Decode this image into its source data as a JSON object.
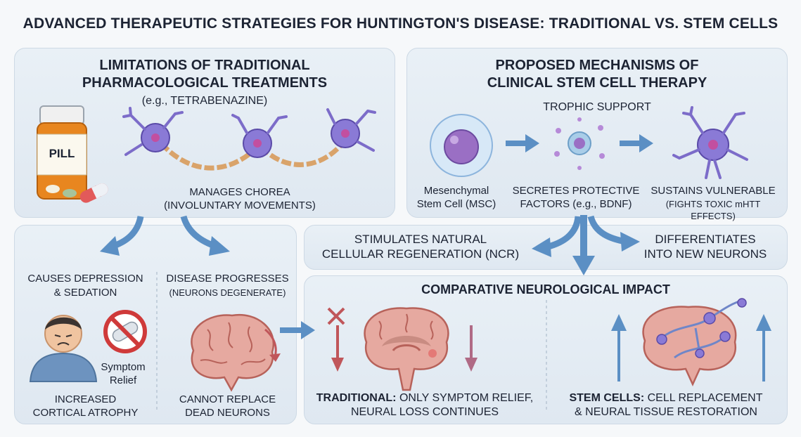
{
  "title": "ADVANCED THERAPEUTIC STRATEGIES FOR HUNTINGTON'S DISEASE: TRADITIONAL VS. STEM CELLS",
  "left_top": {
    "title_line1": "LIMITATIONS OF TRADITIONAL",
    "title_line2": "PHARMACOLOGICAL TREATMENTS",
    "subtitle": "(e.g., TETRABENAZINE)",
    "pill_label": "PILL",
    "manages_line1": "MANAGES CHOREA",
    "manages_line2": "(INVOLUNTARY MOVEMENTS)"
  },
  "left_bottom": {
    "depression_line1": "CAUSES DEPRESSION",
    "depression_line2": "& SEDATION",
    "progresses_line1": "DISEASE PROGRESSES",
    "progresses_line2": "(NEURONS DEGENERATE)",
    "symptom_line1": "Symptom",
    "symptom_line2": "Relief",
    "atrophy_line1": "INCREASED",
    "atrophy_line2": "CORTICAL ATROPHY",
    "replace_line1": "CANNOT REPLACE",
    "replace_line2": "DEAD NEURONS"
  },
  "right_top": {
    "title_line1": "PROPOSED MECHANISMS OF",
    "title_line2": "CLINICAL STEM CELL THERAPY",
    "trophic": "TROPHIC SUPPORT",
    "msc_line1": "Mesenchymal",
    "msc_line2": "Stem Cell (MSC)",
    "secretes_line1": "SECRETES PROTECTIVE",
    "secretes_line2": "FACTORS (e.g., BDNF)",
    "sustains_line1": "SUSTAINS VULNERABLE",
    "sustains_line2": "(FIGHTS TOXIC mHTT EFFECTS)"
  },
  "middle": {
    "ncr_line1": "STIMULATES NATURAL",
    "ncr_line2": "CELLULAR REGENERATION (NCR)",
    "diff_line1": "DIFFERENTIATES",
    "diff_line2": "INTO NEW NEURONS"
  },
  "bottom_right": {
    "title": "COMPARATIVE NEUROLOGICAL IMPACT",
    "trad_label": "TRADITIONAL:",
    "trad_rest": " ONLY SYMPTOM RELIEF,",
    "trad_line2": "NEURAL LOSS CONTINUES",
    "stem_label": "STEM CELLS:",
    "stem_rest": " CELL REPLACEMENT",
    "stem_line2": "& NEURAL TISSUE RESTORATION"
  },
  "colors": {
    "arrow_blue": "#5b8fc4",
    "neuron_purple": "#7c6cc9",
    "down_red": "#c0565a",
    "brain_pink": "#e6a9a0"
  }
}
